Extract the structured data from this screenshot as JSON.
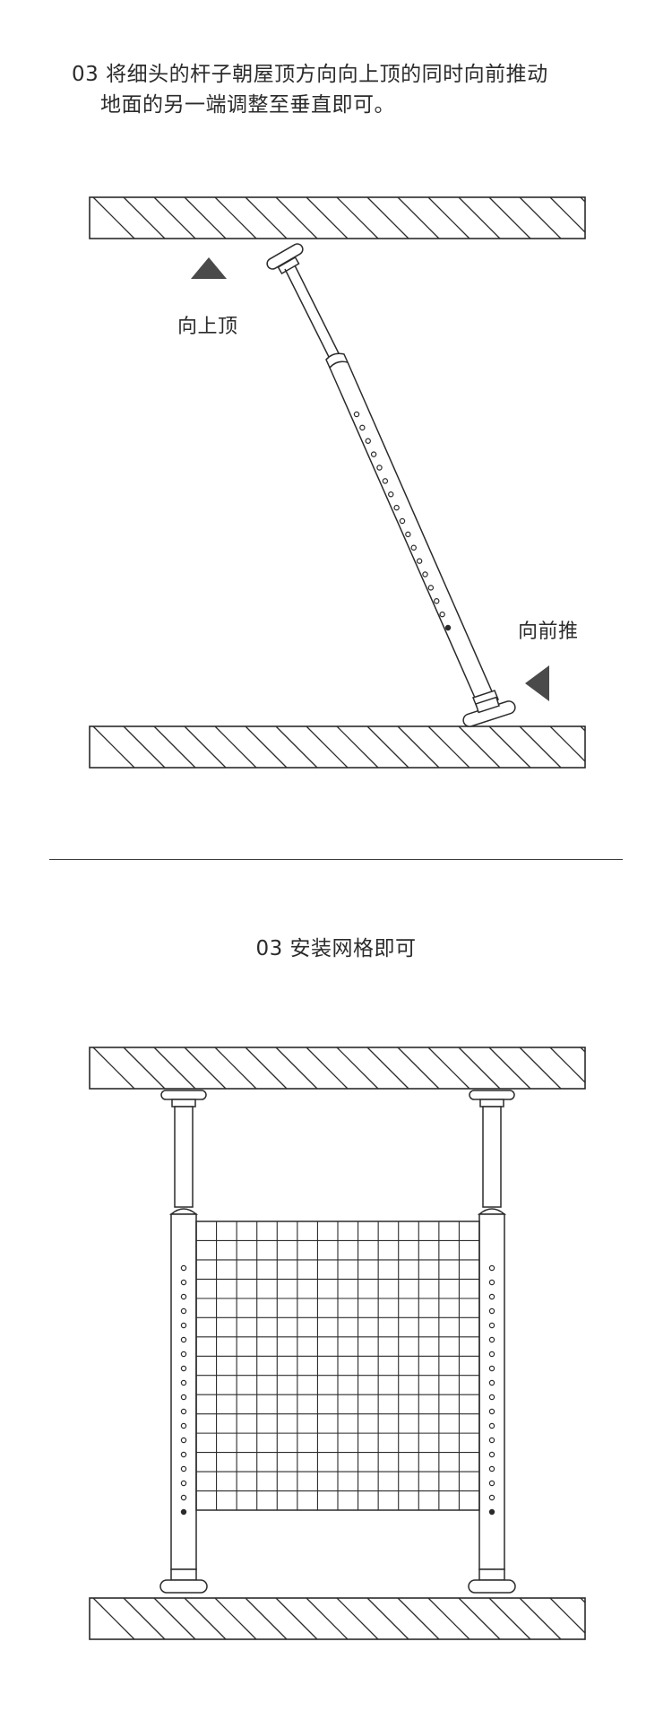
{
  "step1": {
    "title_line1": "03 将细头的杆子朝屋顶方向向上顶的同时向前推动",
    "title_line2": "地面的另一端调整至垂直即可。",
    "label_up": "向上顶",
    "label_push": "向前推"
  },
  "step2": {
    "title": "03 安装网格即可"
  },
  "colors": {
    "line": "#2b2b2b",
    "arrow": "#4a4a4a",
    "background": "#ffffff"
  }
}
